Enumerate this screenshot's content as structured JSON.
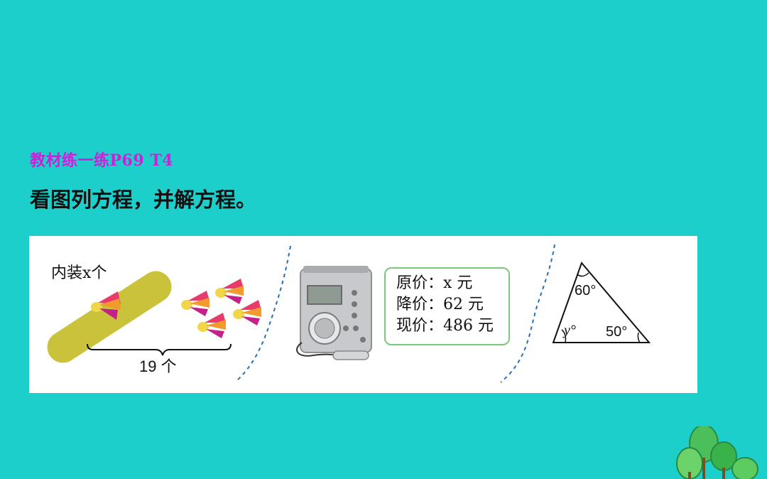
{
  "header": {
    "source_tag": "教材练一练P69 T4",
    "instruction": "看图列方程，并解方程。"
  },
  "figure1": {
    "tube_label": "内装x个",
    "count_label": "19 个"
  },
  "figure2": {
    "price_lines": [
      "原价：x 元",
      "降价：62 元",
      "现价：486 元"
    ]
  },
  "figure3": {
    "angle_top": "60°",
    "angle_right": "50°",
    "angle_left": "y°"
  },
  "colors": {
    "background": "#1ccfcb",
    "source_tag": "#d21ddb",
    "tube": "#c9c23a",
    "divider": "#2a6fb8",
    "price_border": "#7bc77b"
  }
}
